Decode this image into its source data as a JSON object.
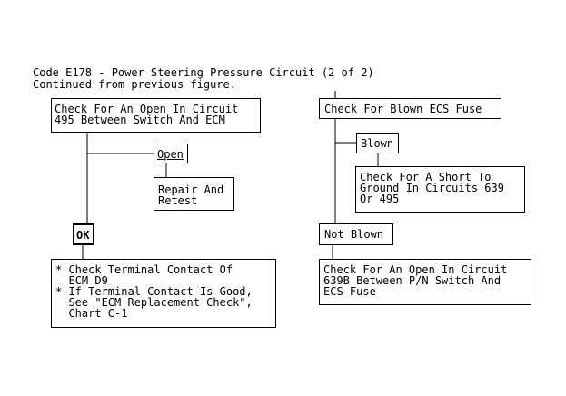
{
  "header": {
    "title": "Code E178 - Power Steering Pressure Circuit (2 of 2)",
    "subtitle": "Continued from previous figure."
  },
  "left_branch": {
    "check_open": "Check For An Open In Circuit\n495 Between Switch And ECM",
    "open_label": "Open",
    "repair": "Repair And\nRetest",
    "ok_label": "OK",
    "terminal_check": "* Check Terminal Contact Of\n  ECM D9\n* If Terminal Contact Is Good,\n  See \"ECM Replacement Check\",\n  Chart C-1"
  },
  "right_branch": {
    "check_fuse": "Check For Blown ECS Fuse",
    "blown_label": "Blown",
    "short_check": "Check For A Short To\nGround In Circuits 639\nOr 495",
    "not_blown_label": "Not Blown",
    "open_639b": "Check For An Open In Circuit\n639B Between P/N Switch And\nECS Fuse"
  }
}
